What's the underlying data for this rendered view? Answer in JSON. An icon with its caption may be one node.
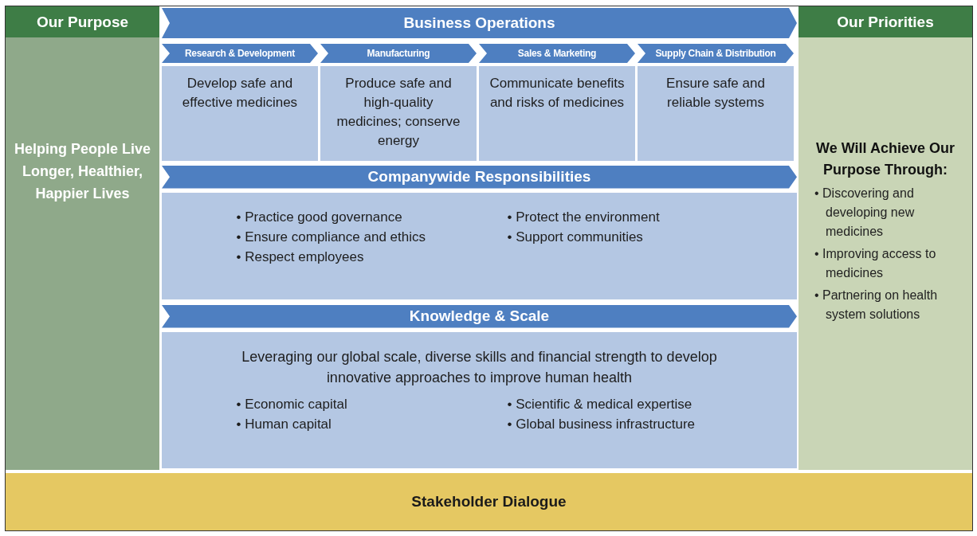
{
  "diagram": {
    "nodes": [
      {
        "text": [
          "Our Purpose",
          "Helping People Live Longer, Healthier, Happier Lives"
        ]
      },
      {
        "text": [
          "Business Operations"
        ]
      },
      {
        "text": [
          "Research & Development",
          "Develop safe and effective medicines"
        ]
      },
      {
        "text": [
          "Manufacturing",
          "Produce safe and high-quality medicines; conserve energy"
        ]
      },
      {
        "text": [
          "Sales & Marketing",
          "Communicate benefits and risks of medicines"
        ]
      },
      {
        "text": [
          "Supply Chain & Distribution",
          "Ensure safe and reliable systems"
        ]
      },
      {
        "text": [
          "Companywide Responsibilities",
          "• Practice good governance",
          "• Ensure compliance and ethics",
          "• Respect employees",
          "• Protect the environment",
          "• Support communities"
        ]
      },
      {
        "text": [
          "Knowledge & Scale",
          "Leveraging our global scale, diverse skills and financial strength to develop innovative approaches to improve human health",
          "• Economic capital",
          "• Human capital",
          "• Scientific & medical expertise",
          "• Global business infrastructure"
        ]
      },
      {
        "text": [
          "Our Priorities",
          "We Will Achieve Our Purpose Through:",
          "• Discovering and developing new medicines",
          "• Improving access to medicines",
          "• Partnering on health system solutions"
        ]
      },
      {
        "text": [
          "Stakeholder Dialogue"
        ]
      }
    ]
  }
}
